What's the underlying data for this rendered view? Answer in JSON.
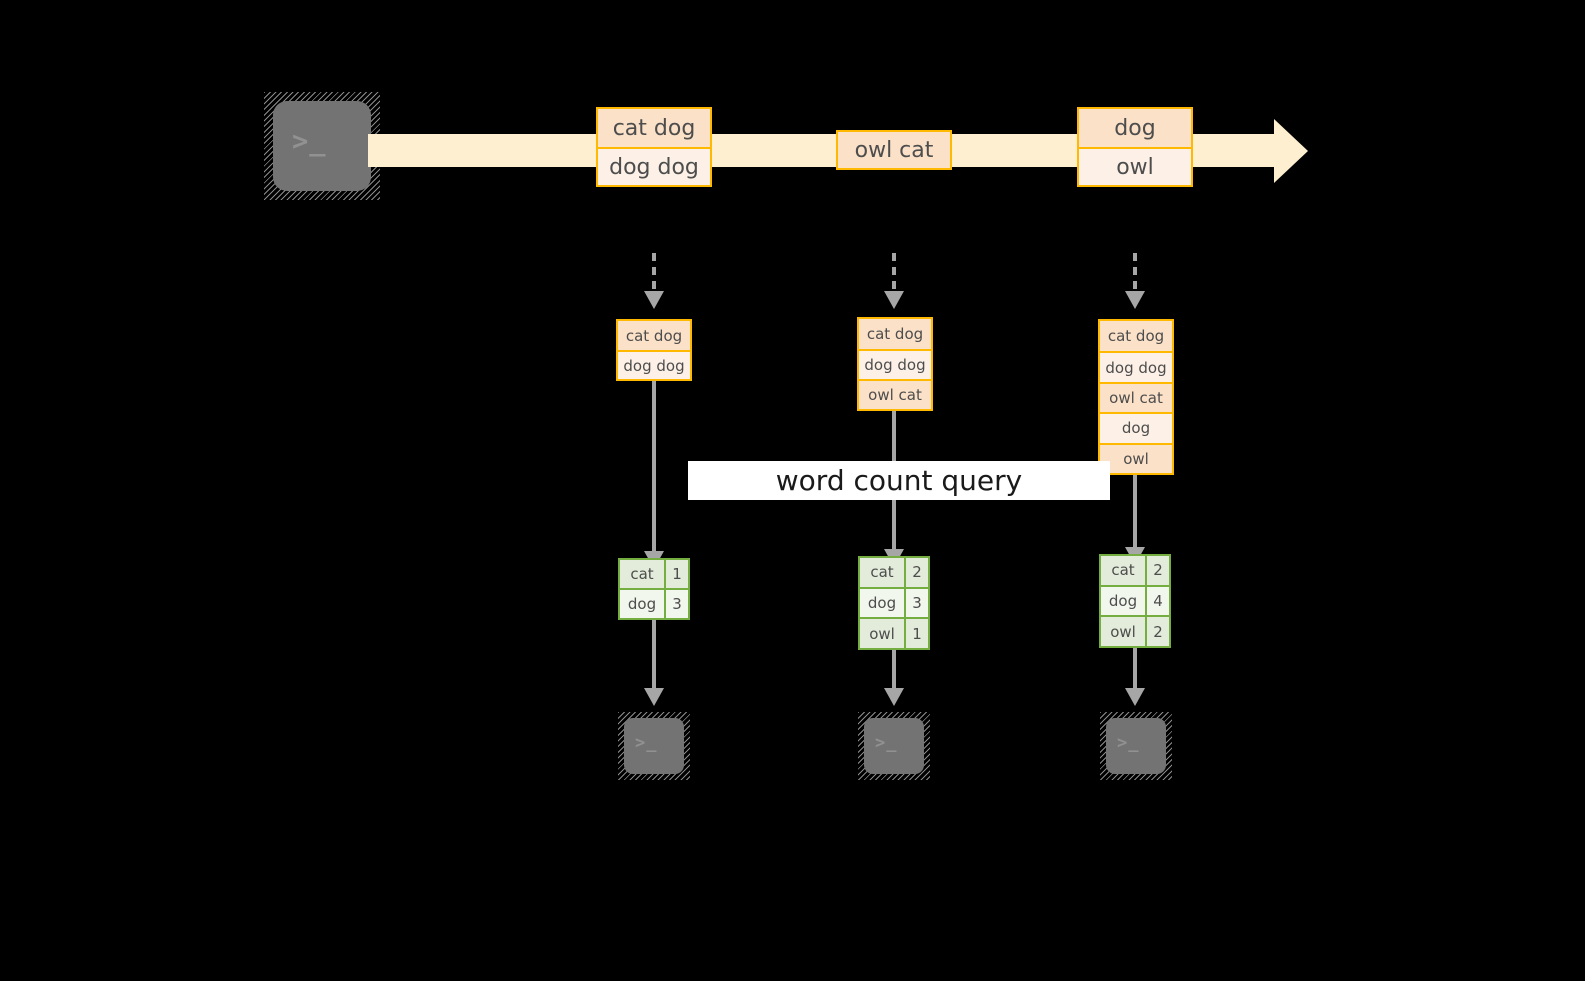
{
  "colors": {
    "background": "#000000",
    "stream_band": "#FDEFD0",
    "record_border": "#FFB900",
    "record_fill_dark": "#FBE1C8",
    "record_fill_light": "#FDF1E7",
    "result_border": "#74AD40",
    "result_fill_dark": "#E3ECDA",
    "result_fill_light": "#F2F7EE",
    "connector": "#A6A6A6",
    "terminal_body": "#737373",
    "label_bg": "#FFFFFF",
    "text": "#4D4D4D"
  },
  "producer": {
    "icon": "terminal-icon",
    "glyph": ">_"
  },
  "stream": {
    "name": "append-only-stream",
    "arrow_direction": "right",
    "records": [
      {
        "id": "stream-record-1",
        "lines": [
          {
            "text": "cat dog",
            "shade": "dark"
          },
          {
            "text": "dog dog",
            "shade": "light"
          }
        ]
      },
      {
        "id": "stream-record-2",
        "lines": [
          {
            "text": "owl cat",
            "shade": "dark"
          }
        ]
      },
      {
        "id": "stream-record-3",
        "lines": [
          {
            "text": "dog",
            "shade": "dark"
          },
          {
            "text": "owl",
            "shade": "light"
          }
        ]
      }
    ]
  },
  "query_label": "word count query",
  "snapshots": [
    {
      "id": "snapshot-1",
      "input_lines": [
        {
          "text": "cat dog",
          "shade": "dark"
        },
        {
          "text": "dog dog",
          "shade": "light"
        }
      ],
      "result_rows": [
        {
          "word": "cat",
          "count": "1",
          "shade": "dark"
        },
        {
          "word": "dog",
          "count": "3",
          "shade": "light"
        }
      ],
      "consumer_glyph": ">_"
    },
    {
      "id": "snapshot-2",
      "input_lines": [
        {
          "text": "cat dog",
          "shade": "dark"
        },
        {
          "text": "dog dog",
          "shade": "light"
        },
        {
          "text": "owl cat",
          "shade": "dark"
        }
      ],
      "result_rows": [
        {
          "word": "cat",
          "count": "2",
          "shade": "dark"
        },
        {
          "word": "dog",
          "count": "3",
          "shade": "light"
        },
        {
          "word": "owl",
          "count": "1",
          "shade": "dark"
        }
      ],
      "consumer_glyph": ">_"
    },
    {
      "id": "snapshot-3",
      "input_lines": [
        {
          "text": "cat dog",
          "shade": "dark"
        },
        {
          "text": "dog dog",
          "shade": "light"
        },
        {
          "text": "owl cat",
          "shade": "dark"
        },
        {
          "text": "dog",
          "shade": "light"
        },
        {
          "text": "owl",
          "shade": "dark"
        }
      ],
      "result_rows": [
        {
          "word": "cat",
          "count": "2",
          "shade": "dark"
        },
        {
          "word": "dog",
          "count": "4",
          "shade": "light"
        },
        {
          "word": "owl",
          "count": "2",
          "shade": "dark"
        }
      ],
      "consumer_glyph": ">_"
    }
  ]
}
